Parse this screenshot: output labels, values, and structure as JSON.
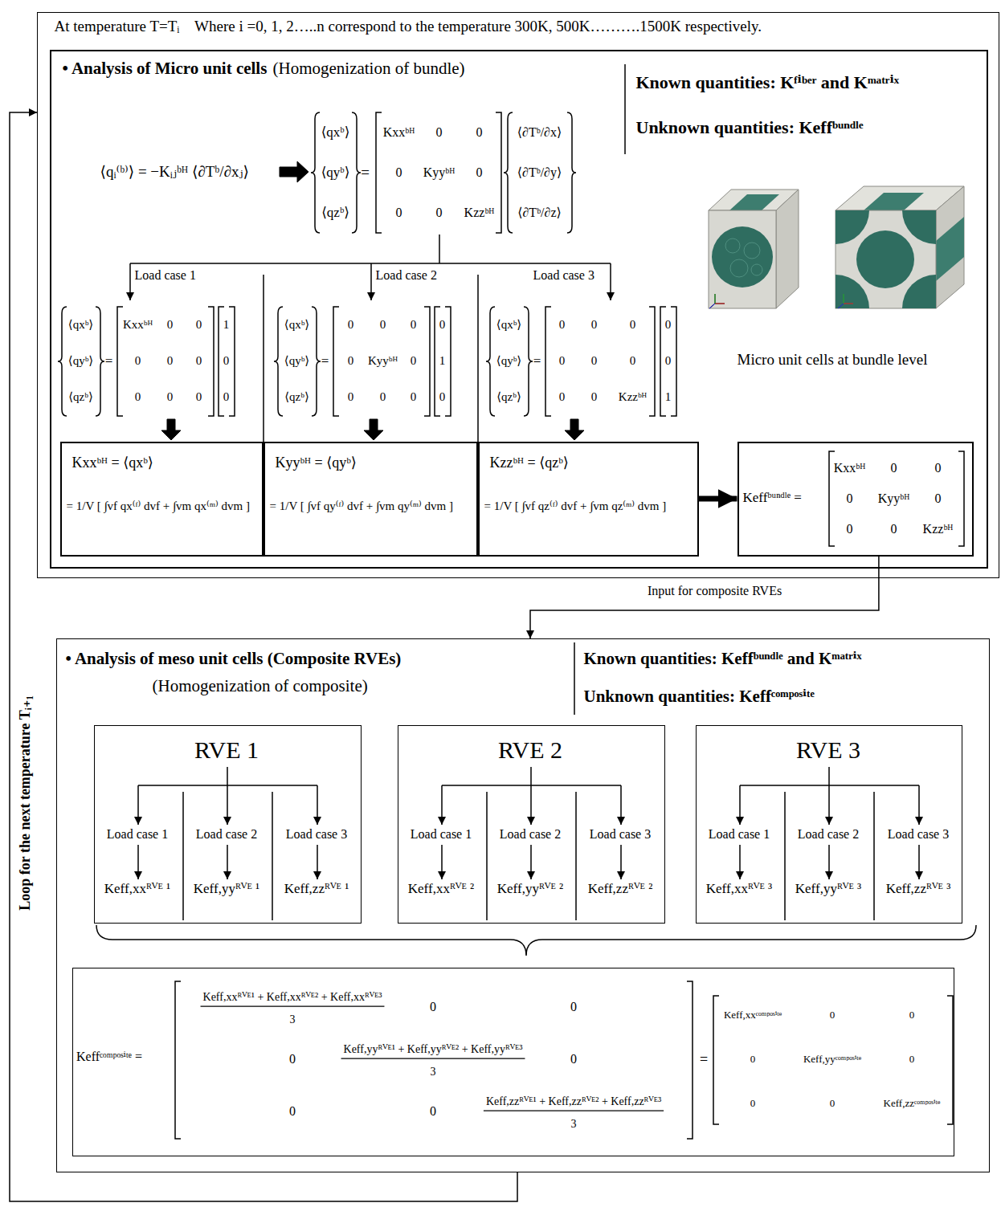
{
  "diagram": {
    "nodes": [
      {
        "text": [
          "At temperature T=Tᵢ    Where i =0, 1, 2…..n correspond to the temperature 300K, 500K……….1500K respectively."
        ]
      },
      {
        "text": [
          "• Analysis of Micro unit cells",
          "(Homogenization of bundle)",
          "Known quantities: Kᶠⁱᵇᵉʳ and Kᵐᵃᵗʳⁱˣ",
          "Unknown quantities: Keffᵇᵘⁿᵈˡᵉ",
          "⟨qᵢ⁽ᵇ⁾⟩ = −Kᵢⱼᵇᴴ ⟨∂Tᵇ/∂xⱼ⟩",
          "⟨qxᵇ⟩",
          "⟨qyᵇ⟩",
          "⟨qzᵇ⟩",
          "=",
          "Kxxᵇᴴ",
          "0",
          "0",
          "0",
          "Kyyᵇᴴ",
          "0",
          "0",
          "0",
          "Kzzᵇᴴ",
          "⟨∂Tᵇ/∂x⟩",
          "⟨∂Tᵇ/∂y⟩",
          "⟨∂Tᵇ/∂z⟩",
          "Load case 1",
          "Load case 2",
          "Load case 3",
          "⟨qxᵇ⟩",
          "⟨qyᵇ⟩",
          "⟨qzᵇ⟩",
          "=",
          "Kxxᵇᴴ",
          "0",
          "0",
          "0",
          "0",
          "0",
          "0",
          "0",
          "0",
          "1",
          "0",
          "0",
          "⟨qxᵇ⟩",
          "⟨qyᵇ⟩",
          "⟨qzᵇ⟩",
          "=",
          "0",
          "0",
          "0",
          "0",
          "Kyyᵇᴴ",
          "0",
          "0",
          "0",
          "0",
          "0",
          "1",
          "0",
          "⟨qxᵇ⟩",
          "⟨qyᵇ⟩",
          "⟨qzᵇ⟩",
          "=",
          "0",
          "0",
          "0",
          "0",
          "0",
          "0",
          "0",
          "0",
          "Kzzᵇᴴ",
          "0",
          "0",
          "1",
          "Micro unit cells at bundle level"
        ],
        "in": 0
      },
      {
        "text": [
          "Kxxᵇᴴ = ⟨qxᵇ⟩",
          "= 1/V [ ∫vf qx⁽ᶠ⁾ dvf + ∫vm qx⁽ᵐ⁾ dvm ]"
        ],
        "in": 1
      },
      {
        "text": [
          "Kyyᵇᴴ = ⟨qyᵇ⟩",
          "= 1/V [ ∫vf qy⁽ᶠ⁾ dvf + ∫vm qy⁽ᵐ⁾ dvm ]"
        ],
        "in": 1
      },
      {
        "text": [
          "Kzzᵇᴴ = ⟨qzᵇ⟩",
          "= 1/V [ ∫vf qz⁽ᶠ⁾ dvf + ∫vm qz⁽ᵐ⁾ dvm ]"
        ],
        "in": 1
      },
      {
        "text": [
          "Keffᵇᵘⁿᵈˡᵉ =",
          "Kxxᵇᴴ",
          "0",
          "0",
          "0",
          "Kyyᵇᴴ",
          "0",
          "0",
          "0",
          "Kzzᵇᴴ"
        ],
        "in": 1
      },
      {
        "text": [
          "• Analysis of meso unit cells (Composite RVEs)",
          "(Homogenization of composite)",
          "Known quantities: Keffᵇᵘⁿᵈˡᵉ and Kᵐᵃᵗʳⁱˣ",
          "Unknown quantities: Keffᶜᵒᵐᵖᵒˢⁱᵗᵉ"
        ]
      },
      {
        "text": [
          "RVE 1",
          "Load case 1",
          "Load case 2",
          "Load case 3",
          "Keff,xxᴿⱽᴱ ¹",
          "Keff,yyᴿⱽᴱ ¹",
          "Keff,zzᴿⱽᴱ ¹"
        ],
        "in": 6
      },
      {
        "text": [
          "RVE 2",
          "Load case 1",
          "Load case 2",
          "Load case 3",
          "Keff,xxᴿⱽᴱ ²",
          "Keff,yyᴿⱽᴱ ²",
          "Keff,zzᴿⱽᴱ ²"
        ],
        "in": 6
      },
      {
        "text": [
          "RVE 3",
          "Load case 1",
          "Load case 2",
          "Load case 3",
          "Keff,xxᴿⱽᴱ ³",
          "Keff,yyᴿⱽᴱ ³",
          "Keff,zzᴿⱽᴱ ³"
        ],
        "in": 6
      },
      {
        "text": [
          "Keffᶜᵒᵐᵖᵒˢⁱᵗᵉ =",
          "Keff,xxᴿⱽᴱ¹ + Keff,xxᴿⱽᴱ² + Keff,xxᴿⱽᴱ³",
          "3",
          "0",
          "0",
          "0",
          "Keff,yyᴿⱽᴱ¹ + Keff,yyᴿⱽᴱ² + Keff,yyᴿⱽᴱ³",
          "3",
          "0",
          "0",
          "0",
          "Keff,zzᴿⱽᴱ¹ + Keff,zzᴿⱽᴱ² + Keff,zzᴿⱽᴱ³",
          "3",
          "=",
          "Keff,xxᶜᵒᵐᵖᵒˢⁱᵗᵉ",
          "0",
          "0",
          "0",
          "Keff,yyᶜᵒᵐᵖᵒˢⁱᵗᵉ",
          "0",
          "0",
          "0",
          "Keff,zzᶜᵒᵐᵖᵒˢⁱᵗᵉ"
        ],
        "in": 6
      }
    ],
    "edges": [
      {
        "from": 4,
        "to": 5,
        "arrow": "to"
      },
      {
        "from": 5,
        "to": 6,
        "arrow": "to",
        "label": "Input for composite RVEs"
      },
      {
        "from": 6,
        "to": 0,
        "arrow": "to",
        "label": "Loop for the next temperature Tᵢ₊₁"
      }
    ]
  }
}
